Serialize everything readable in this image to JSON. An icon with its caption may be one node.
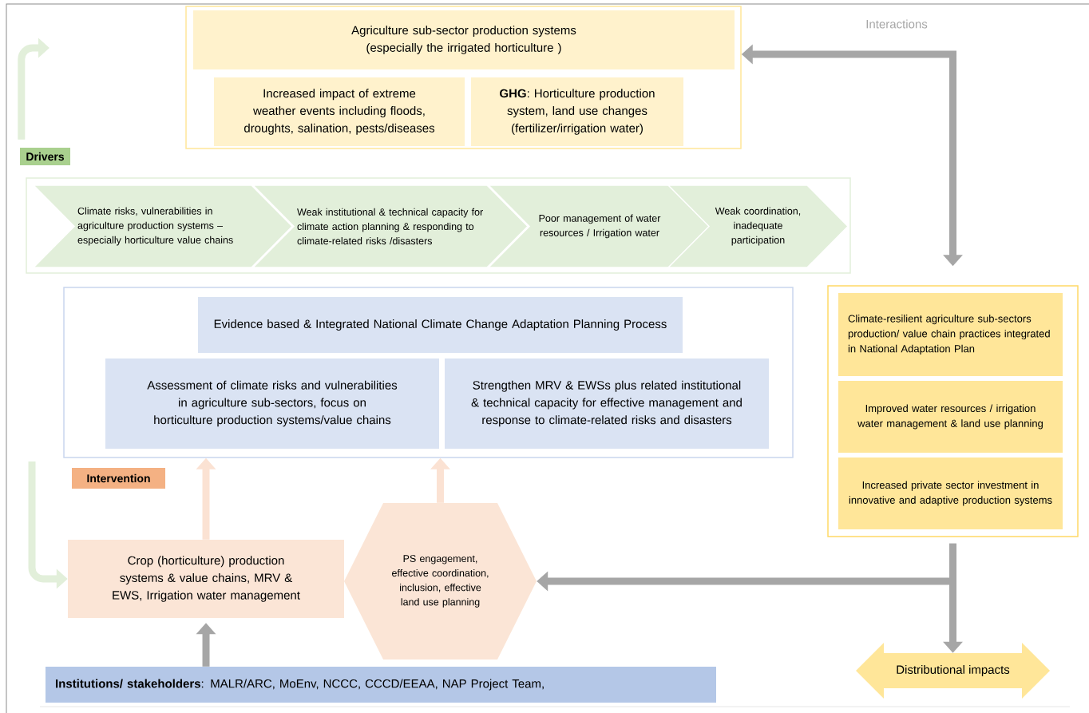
{
  "diagram": {
    "nodes": [
      {
        "text": [],
        "shape": "box"
      },
      {
        "text": [
          "Agriculture sub-sector production systems (especially the irrigated horticulture )"
        ],
        "in": 0
      },
      {
        "text": [
          "Increased impact of extreme weather events including floods, droughts, salination, pests/diseases"
        ],
        "in": 0
      },
      {
        "text": [
          "**GHG**: Horticulture production system, land use changes (fertilizer/irrigation water)"
        ],
        "in": 0
      },
      {
        "text": [
          "Drivers"
        ]
      },
      {
        "text": [],
        "shape": "box"
      },
      {
        "text": [
          "Climate risks, vulnerabilities in agriculture production systems – especially horticulture value chains"
        ],
        "in": 5
      },
      {
        "text": [
          "Weak institutional & technical capacity for climate action planning & responding to climate-related risks /disasters"
        ],
        "in": 5
      },
      {
        "text": [
          "Poor management of water resources / Irrigation water"
        ],
        "in": 5
      },
      {
        "text": [
          "Weak coordination, inadequate participation"
        ],
        "in": 5
      },
      {
        "text": [],
        "shape": "box"
      },
      {
        "text": [
          "Evidence based & Integrated National Climate Change Adaptation Planning Process"
        ],
        "in": 10
      },
      {
        "text": [
          "Assessment of climate risks and vulnerabilities in agriculture sub-sectors, focus on horticulture production systems/value chains"
        ],
        "in": 10
      },
      {
        "text": [
          "Strengthen MRV & EWSs plus related institutional & technical capacity for effective management and response to climate-related risks and disasters"
        ],
        "in": 10
      },
      {
        "text": [
          "Intervention"
        ]
      },
      {
        "text": [
          "Crop (horticulture) production systems & value chains, MRV & EWS, Irrigation water management"
        ]
      },
      {
        "text": [
          "PS engagement, effective coordination, inclusion, effective land use planning"
        ]
      },
      {
        "text": [],
        "shape": "box"
      },
      {
        "text": [
          "Climate-resilient agriculture sub-sectors production/ value chain practices integrated in National Adaptation Plan"
        ],
        "in": 17
      },
      {
        "text": [
          "Improved water resources / irrigation water management & land use planning"
        ],
        "in": 17
      },
      {
        "text": [
          "Increased private sector investment in innovative and adaptive production systems"
        ],
        "in": 17
      },
      {
        "text": [
          "Distributional impacts"
        ]
      },
      {
        "text": [
          "**Institutions/ stakeholders**: MALR/ARC, MoEnv, NCCC, CCCD/EEAA, NAP Project Team,"
        ]
      }
    ],
    "edges": [
      {
        "from": 0,
        "to": 17,
        "arrow": "both",
        "label": "Interactions"
      },
      {
        "from": 4,
        "to": null,
        "arrow": "to",
        "color": "#e2efda"
      },
      {
        "from": null,
        "to": 15,
        "arrow": "to",
        "color": "#e2efda"
      },
      {
        "from": 15,
        "to": 10,
        "arrow": "to",
        "color": "#fbe2d3"
      },
      {
        "from": 16,
        "to": 10,
        "arrow": "to",
        "color": "#fbe2d3"
      },
      {
        "from": 22,
        "to": 15,
        "arrow": "to"
      },
      {
        "from": 17,
        "to": 21,
        "arrow": "to"
      },
      {
        "from": 17,
        "to": 16,
        "arrow": "to"
      }
    ]
  }
}
